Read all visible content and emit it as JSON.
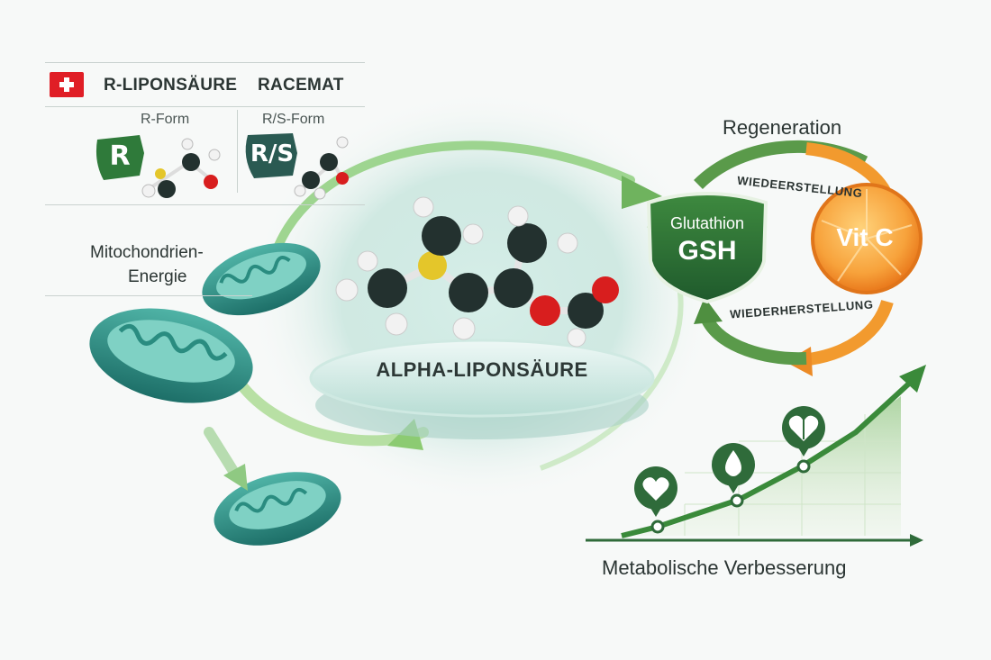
{
  "forms": {
    "header_r": "R-LIPONSÄURE",
    "header_racemat": "RACEMAT",
    "r_form_label": "R-Form",
    "rs_form_label": "R/S-Form",
    "r_badge": "R",
    "rs_badge": "R/S"
  },
  "mitochondria": {
    "label_line1": "Mitochondrien-",
    "label_line2": "Energie"
  },
  "center": {
    "label": "ALPHA-LIPONSÄURE"
  },
  "regeneration": {
    "title": "Regeneration",
    "top_arc_label": "WIEDEERSTELLUNG",
    "bottom_arc_label": "WIEDERHERSTELLUNG",
    "glutathione_line1": "Glutathion",
    "glutathione_line2": "GSH",
    "vitamin_c": "Vit C"
  },
  "metabolic": {
    "label": "Metabolische Verbesserung",
    "icons": [
      "heart-icon",
      "drop-icon",
      "leaf-heart-icon"
    ]
  },
  "colors": {
    "green_dark": "#2f6b3a",
    "green_mid": "#5a9a4a",
    "teal": "#2a8c80",
    "orange": "#f08a1c",
    "swiss_red": "#e01e26"
  }
}
